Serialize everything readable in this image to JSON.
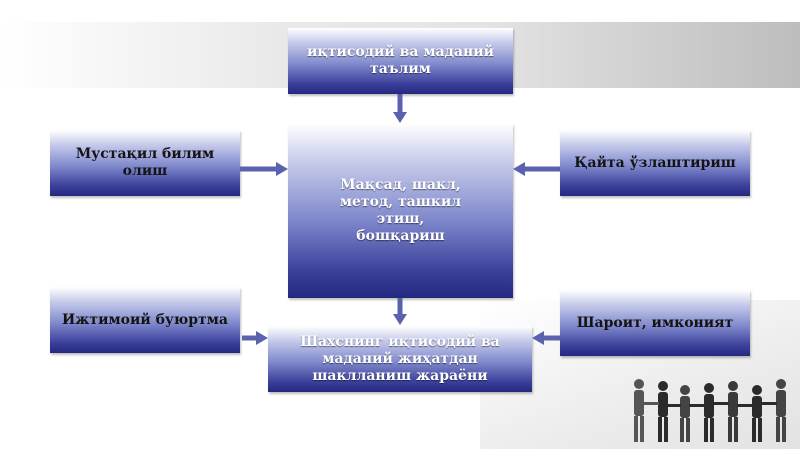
{
  "boxes": {
    "top": "иқтисодий ва маданий таълим",
    "center": "Мақсад, шакл, метод, ташкил этиш, бошқариш",
    "bottom": "Шахснинг иқтисодий ва маданий жиҳатдан шаклланиш жараёни",
    "left_top": "Мустақил билим олиш",
    "left_bottom": "Ижтимоий буюртма",
    "right_top": "Қайта ўзлаштириш",
    "right_bottom": "Шароит, имконият"
  },
  "colors": {
    "box_dark": "#25287f",
    "box_mid": "#7f88cc",
    "arrow": "#5a62b0"
  },
  "decor": {
    "people_icon": "business-people-silhouettes-icon"
  }
}
